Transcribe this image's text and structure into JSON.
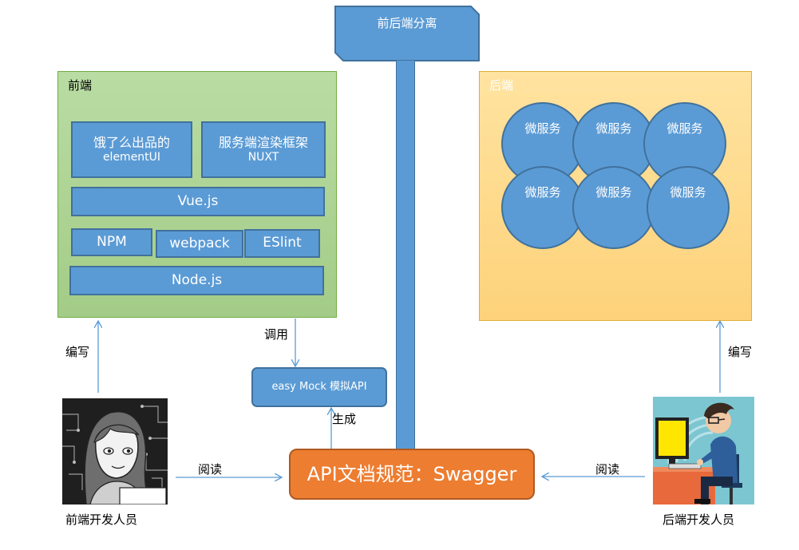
{
  "title": "前后端分离",
  "frontend": {
    "title": "前端",
    "element_line1": "饿了么出品的",
    "element_line2": "elementUI",
    "nuxt_line1": "服务端渲染框架",
    "nuxt_line2": "NUXT",
    "vue": "Vue.js",
    "npm": "NPM",
    "webpack": "webpack",
    "eslint": "ESlint",
    "node": "Node.js"
  },
  "backend": {
    "title": "后端",
    "services": [
      "微服务",
      "微服务",
      "微服务",
      "微服务",
      "微服务",
      "微服务"
    ]
  },
  "mock": "easy Mock  模拟API",
  "swagger": "API文档规范：Swagger",
  "labels": {
    "call": "调用",
    "generate": "生成",
    "write_left": "编写",
    "write_right": "编写",
    "read_left": "阅读",
    "read_right": "阅读"
  },
  "people": {
    "frontend_dev": "前端开发人员",
    "backend_dev": "后端开发人员"
  },
  "colors": {
    "box_blue": "#5b9bd5",
    "frontend_panel": "#a9d18e",
    "backend_panel": "#ffd966",
    "swagger_orange": "#ed7d31",
    "arrow": "#5b9bd5"
  }
}
